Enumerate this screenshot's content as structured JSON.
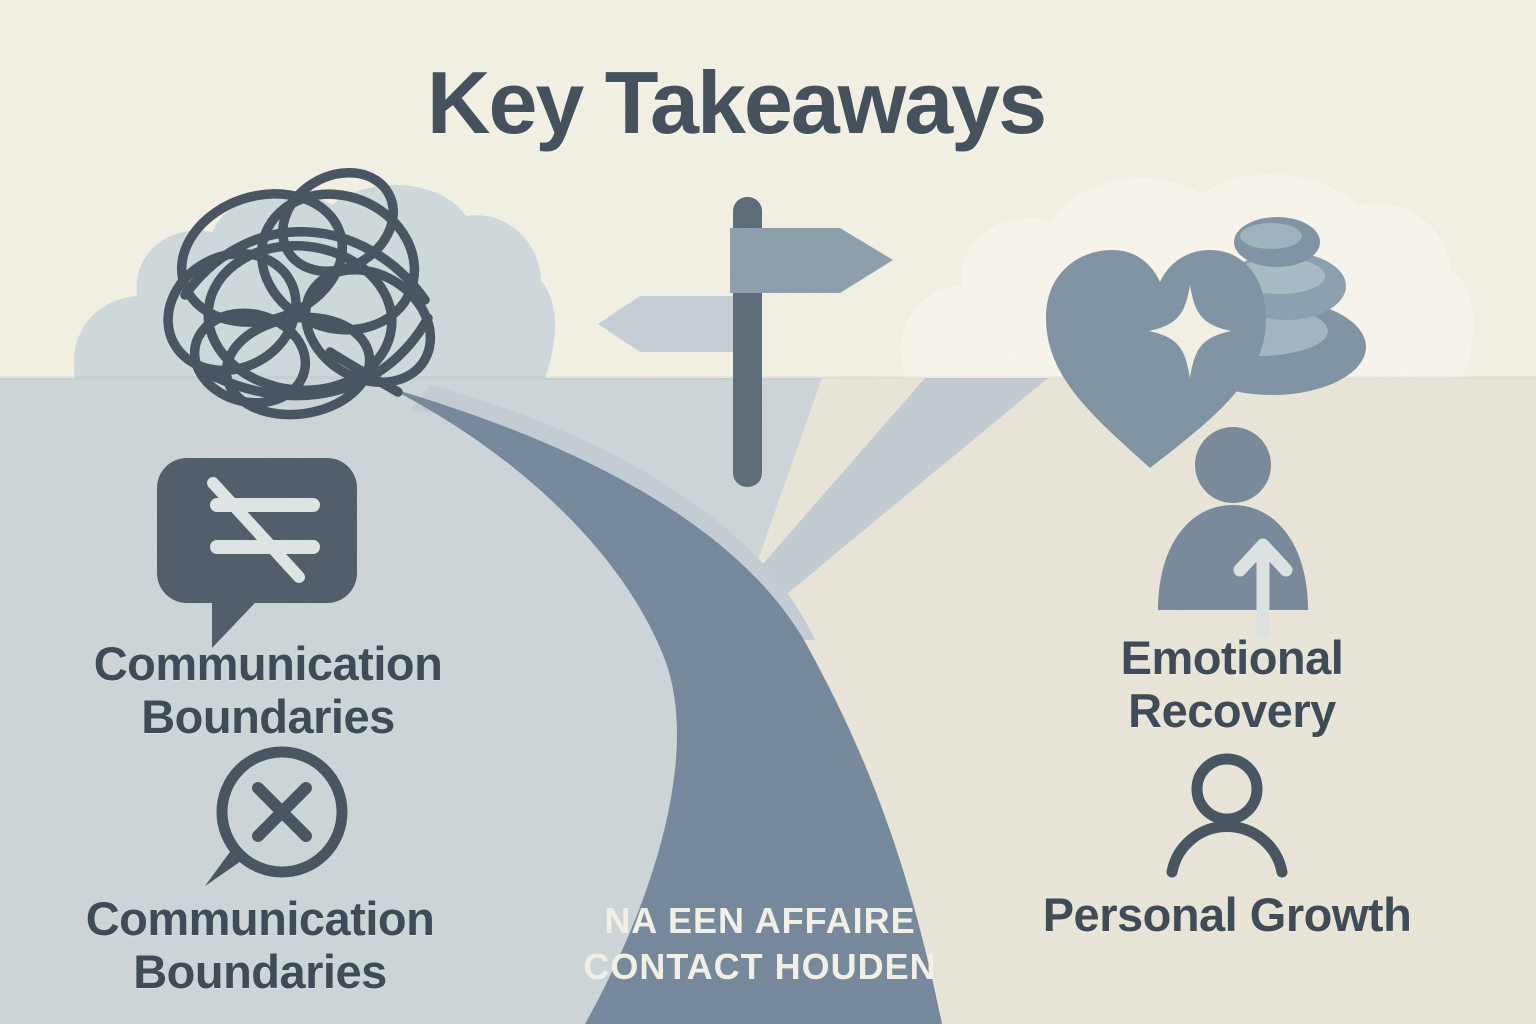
{
  "title": "Key Takeaways",
  "sections": {
    "left": {
      "item1_label": "Communication Boundaries",
      "item2_label": "Communication Boundaries"
    },
    "right": {
      "item1_label": "Emotional Recovery",
      "item2_label": "Personal Growth"
    }
  },
  "road_sign_text": {
    "line1": "NA EEN AFFAIRE",
    "line2": "CONTACT HOUDEN"
  },
  "icons": {
    "left": [
      "tangled-thoughts-icon",
      "chat-blocked-icon",
      "chat-x-icon"
    ],
    "center": [
      "signpost-icon",
      "forked-road-illustration"
    ],
    "right": [
      "sparkle-heart-icon",
      "zen-stones-icon",
      "person-up-arrow-icon",
      "person-outline-icon"
    ]
  },
  "colors": {
    "sky_cream": "#f3f0e4",
    "ground_cream": "#e9e5d8",
    "cloud_blue": "#cfd9db",
    "cloud_cream": "#f8f5ec",
    "ground_blue": "#ccd5d8",
    "path_light_blue": "#c2ccd1",
    "road_slate": "#74889b",
    "icon_slate": "#7e93a3",
    "ink_dark": "#46535f",
    "label_text": "#3f4c57",
    "road_text": "#f2efe5"
  }
}
